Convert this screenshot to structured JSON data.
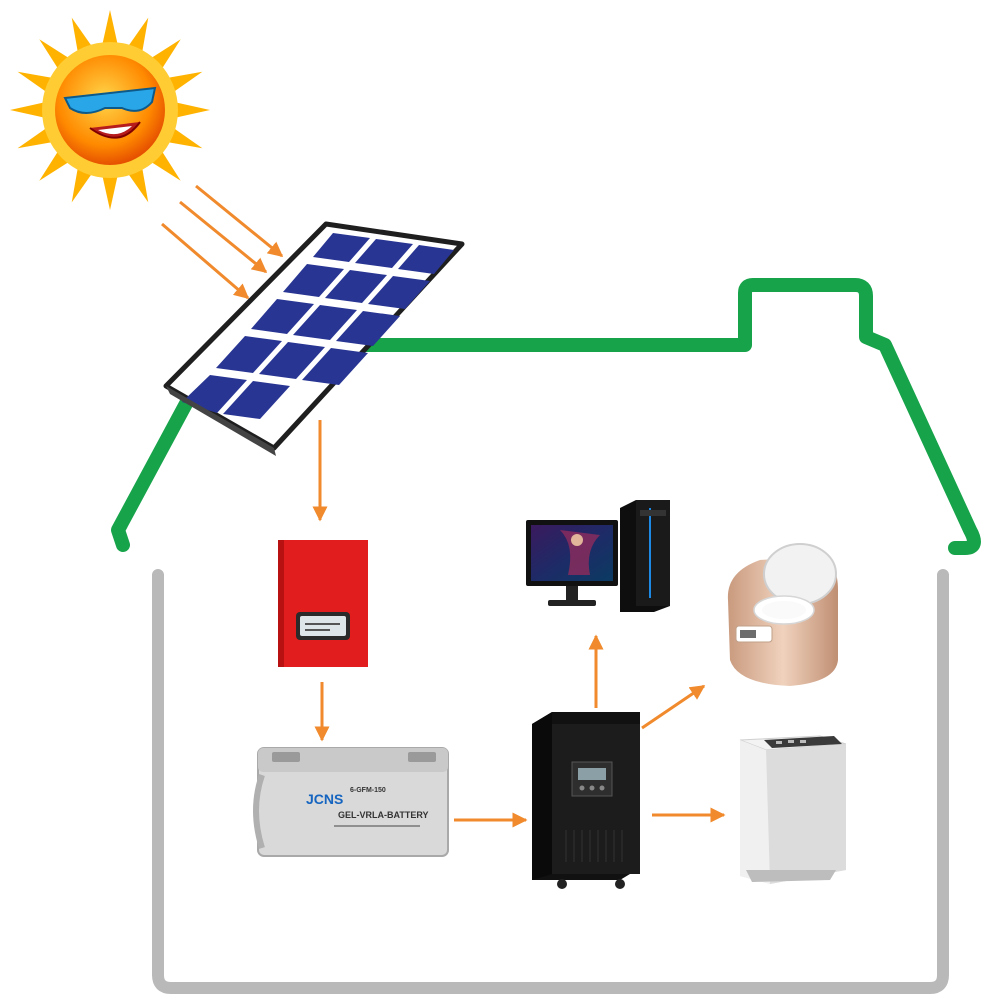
{
  "colors": {
    "roof": "#16a34a",
    "wall": "#b9b9b9",
    "arrow": "#f08a2c",
    "sun_outer": "#ffb300",
    "sun_inner": "#ff7a00",
    "panel_cell": "#283593",
    "panel_frame": "#1f1f1f",
    "controller": "#e21d1d",
    "battery": "#d9d9d9",
    "inverter": "#1c1c1c",
    "monitor_screen": "#1e2a66",
    "cooker": "#e7c6ad",
    "washer": "#e6e6e6"
  },
  "battery": {
    "brand": "JCNS",
    "model": "6-GFM-150",
    "type": "GEL-VRLA-BATTERY"
  },
  "icons": [
    "sun-icon",
    "solar-panel-icon",
    "charge-controller-icon",
    "battery-icon",
    "inverter-icon",
    "computer-icon",
    "rice-cooker-icon",
    "washing-machine-icon"
  ]
}
